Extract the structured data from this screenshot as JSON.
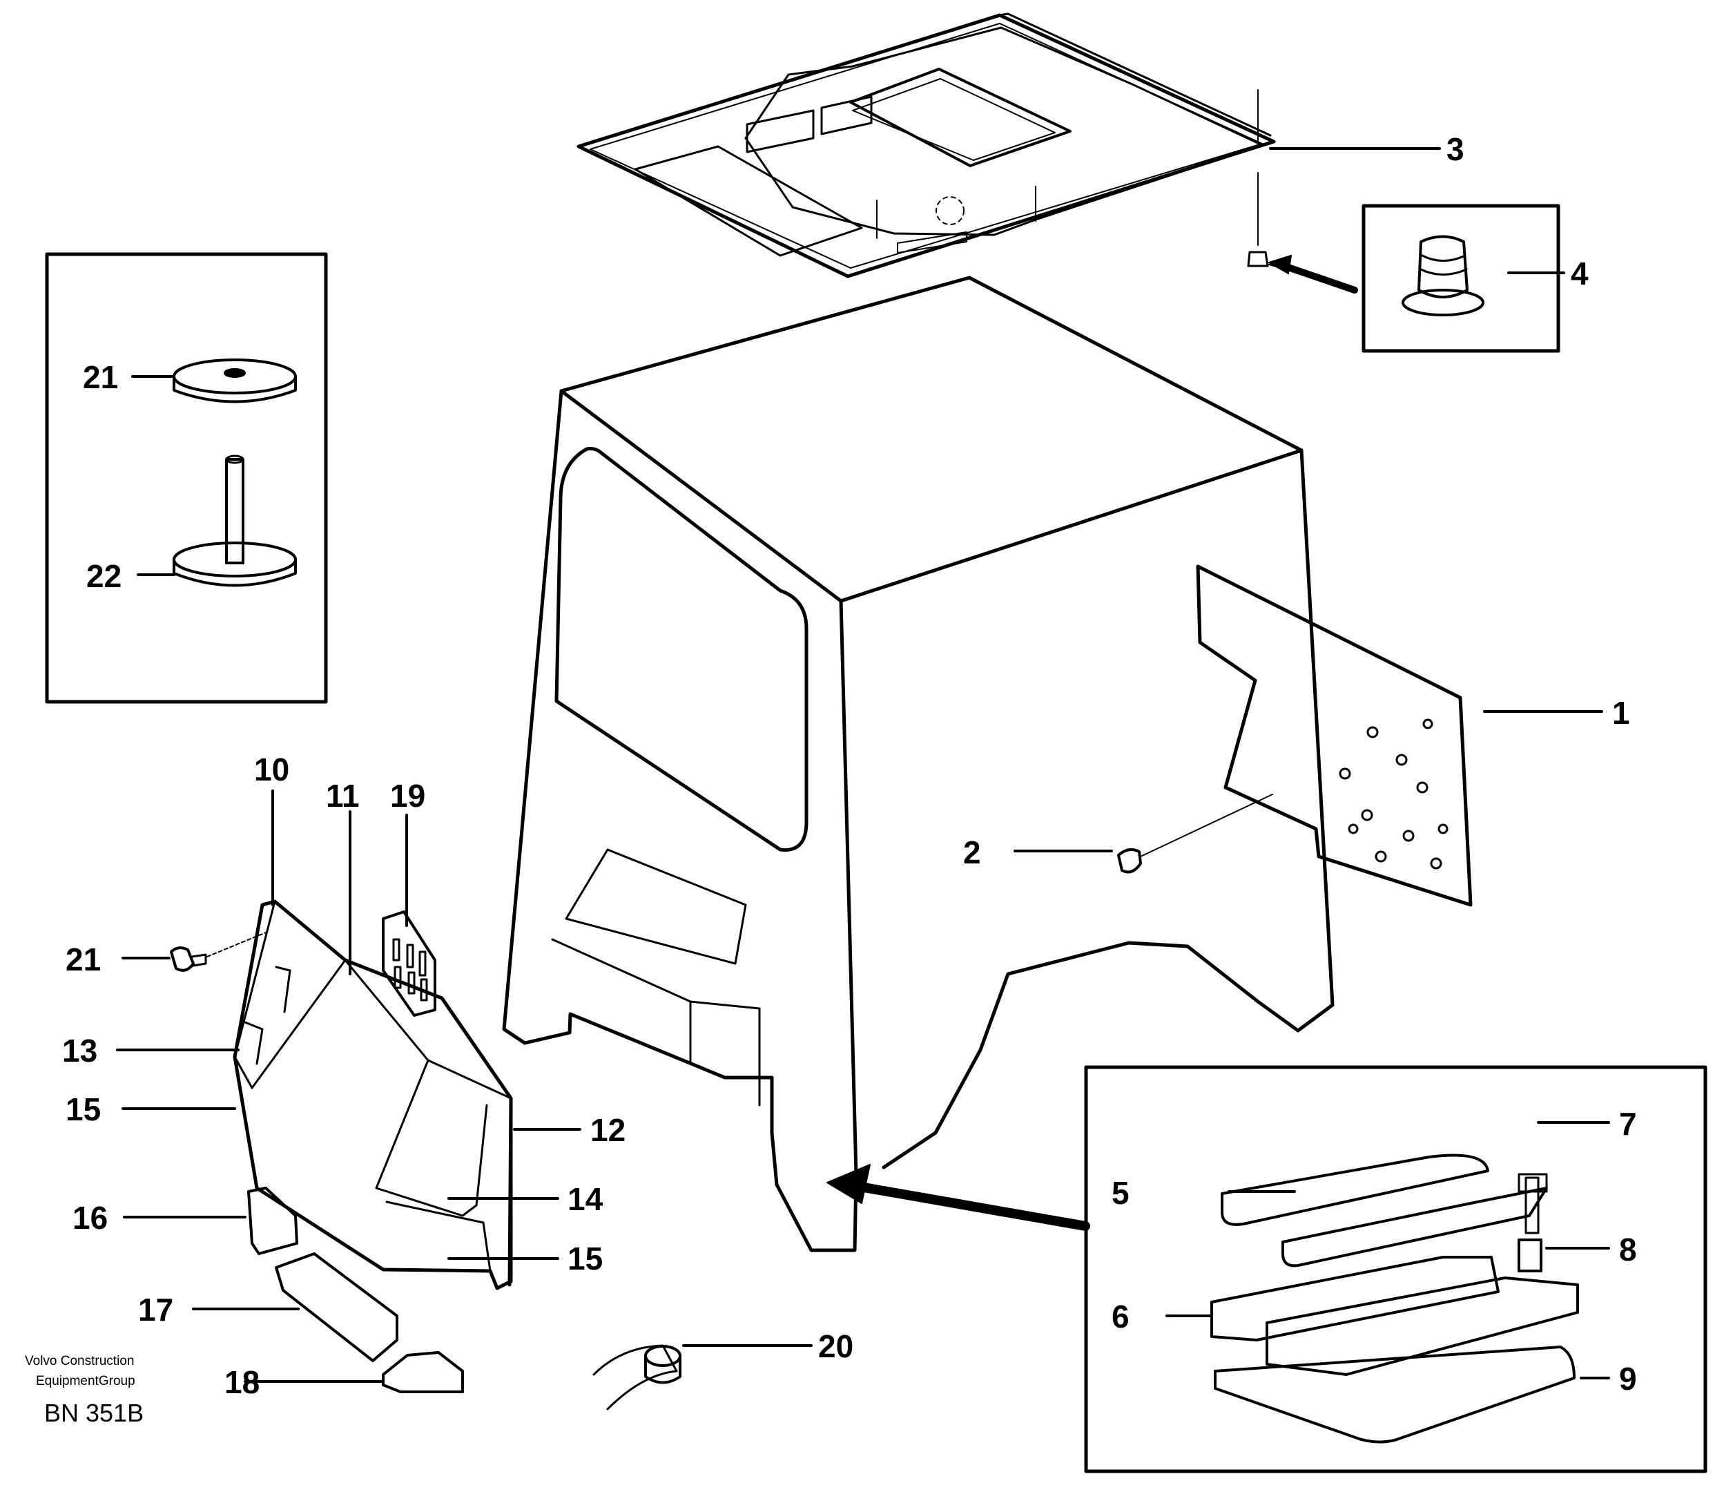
{
  "callouts": {
    "c1": "1",
    "c2": "2",
    "c3": "3",
    "c4": "4",
    "c5": "5",
    "c6": "6",
    "c7": "7",
    "c8": "8",
    "c9": "9",
    "c10": "10",
    "c11": "11",
    "c12": "12",
    "c13": "13",
    "c14": "14",
    "c15a": "15",
    "c15b": "15",
    "c16": "16",
    "c17": "17",
    "c18": "18",
    "c19": "19",
    "c20": "20",
    "c21a": "21",
    "c21b": "21",
    "c22": "22"
  },
  "credit": {
    "line1": "Volvo Construction",
    "line2": "EquipmentGroup",
    "code": "BN 351B"
  }
}
